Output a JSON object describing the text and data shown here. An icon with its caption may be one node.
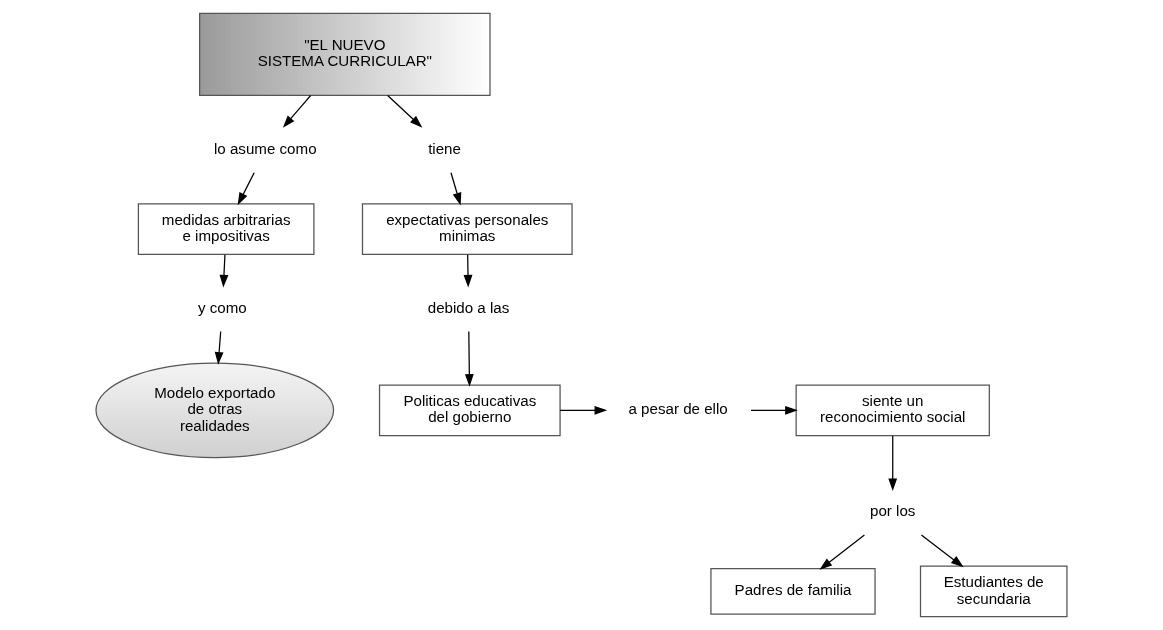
{
  "diagram": {
    "nodes": [
      {
        "text": [
          "\"EL NUEVO SISTEMA CURRICULAR\""
        ]
      },
      {
        "text": [
          "lo asume como"
        ]
      },
      {
        "text": [
          "medidas arbitrarias e impositivas"
        ]
      },
      {
        "text": [
          "y como"
        ]
      },
      {
        "text": [
          "Modelo exportado de otras realidades"
        ]
      },
      {
        "text": [
          "tiene"
        ]
      },
      {
        "text": [
          "expectativas personales minimas"
        ]
      },
      {
        "text": [
          "debido a las"
        ]
      },
      {
        "text": [
          "Politicas educativas del gobierno"
        ]
      },
      {
        "text": [
          "a pesar de ello"
        ]
      },
      {
        "text": [
          "siente un reconocimiento social"
        ]
      },
      {
        "text": [
          "por los"
        ]
      },
      {
        "text": [
          "Padres de familia"
        ]
      },
      {
        "text": [
          "Estudiantes de secundaria"
        ]
      }
    ],
    "edges": [
      {
        "from": 0,
        "to": 1,
        "arrow": "to"
      },
      {
        "from": 1,
        "to": 2,
        "arrow": "to"
      },
      {
        "from": 2,
        "to": 3,
        "arrow": "to"
      },
      {
        "from": 3,
        "to": 4,
        "arrow": "to"
      },
      {
        "from": 0,
        "to": 5,
        "arrow": "to"
      },
      {
        "from": 5,
        "to": 6,
        "arrow": "to"
      },
      {
        "from": 6,
        "to": 7,
        "arrow": "to"
      },
      {
        "from": 7,
        "to": 8,
        "arrow": "to"
      },
      {
        "from": 8,
        "to": 9,
        "arrow": "to"
      },
      {
        "from": 9,
        "to": 10,
        "arrow": "to"
      },
      {
        "from": 10,
        "to": 11,
        "arrow": "to"
      },
      {
        "from": 11,
        "to": 12,
        "arrow": "to"
      },
      {
        "from": 11,
        "to": 13,
        "arrow": "to"
      }
    ]
  }
}
